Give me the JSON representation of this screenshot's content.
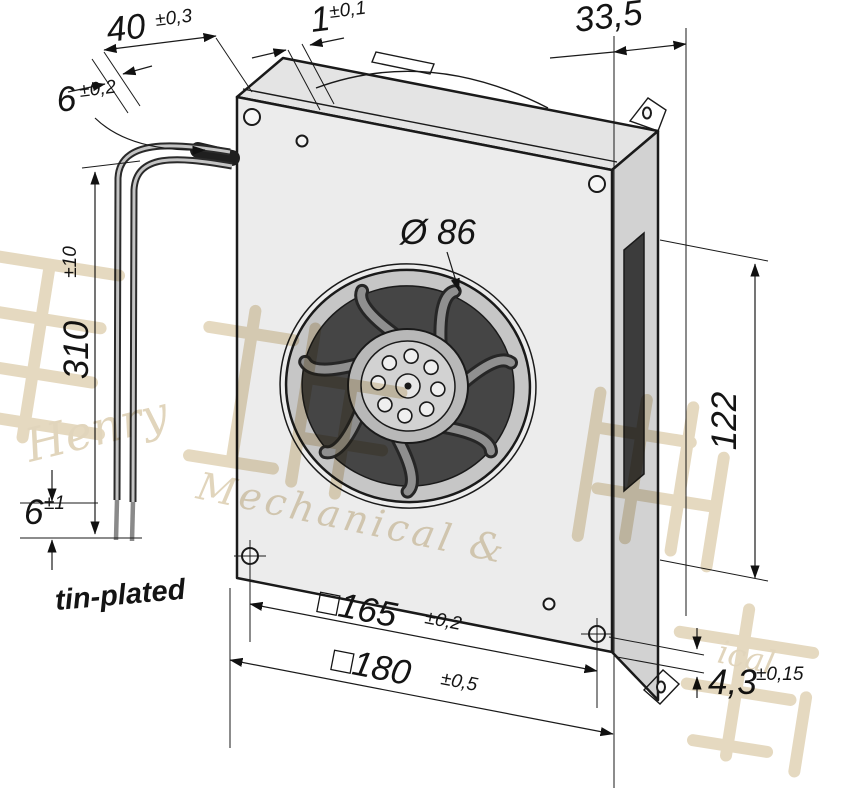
{
  "page": {
    "background": "#ffffff"
  },
  "colors": {
    "line": "#1a1a1a",
    "plate": "#ececec",
    "side_face": "#d2d2d2",
    "top_face": "#e4e4e4",
    "impeller_dark": "#454545",
    "watermark": "#c9b285"
  },
  "drawing": {
    "dims": {
      "depth_total": {
        "value": "40",
        "tol": "±0,3"
      },
      "plate_thickness": {
        "value": "1",
        "tol": "±0,1"
      },
      "housing_depth": {
        "value": "33,5",
        "tol": ""
      },
      "wire_exit_offset": {
        "value": "6",
        "tol": "±0,2"
      },
      "lead_length": {
        "value": "310",
        "tol": "±10"
      },
      "impeller_diameter": {
        "value": "Ø 86",
        "tol": ""
      },
      "side_opening_height": {
        "value": "122",
        "tol": ""
      },
      "strip_length": {
        "value": "6",
        "tol": "±1"
      },
      "hole_spacing": {
        "value": "□165",
        "tol": "±0,2"
      },
      "outer_size": {
        "value": "□180",
        "tol": "±0,5"
      },
      "hole_edge_offset": {
        "value": "4,3",
        "tol": "±0,15"
      }
    },
    "labels": {
      "lead_finish": "tin-plated"
    }
  },
  "watermark": {
    "script_text": "Henry",
    "text_main": "Mechanical &",
    "text_fragment": "ical"
  }
}
